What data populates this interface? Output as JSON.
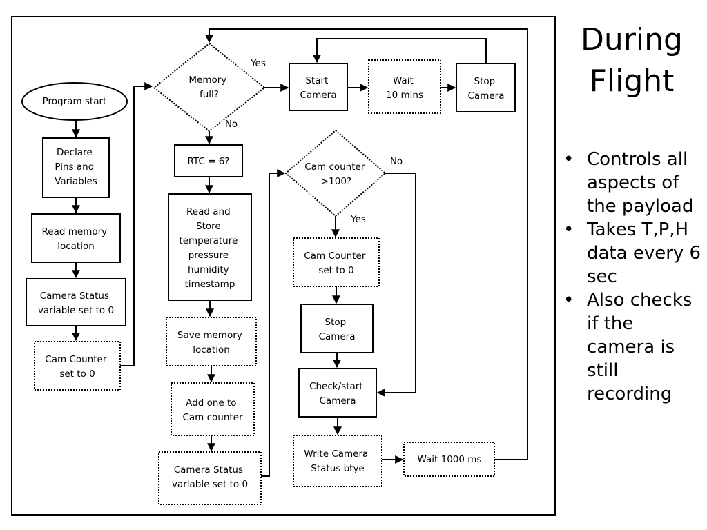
{
  "slide": {
    "title_line1": "During",
    "title_line2": "Flight",
    "bullets": [
      "Controls all aspects of the payload",
      "Takes T,P,H data every 6 sec",
      "Also checks if the camera is still recording"
    ]
  },
  "flowchart": {
    "nodes": {
      "program_start": [
        "Program start"
      ],
      "declare": [
        "Declare",
        "Pins and",
        "Variables"
      ],
      "read_memory": [
        "Read memory",
        "location"
      ],
      "camera_status_0_a": [
        "Camera Status",
        "variable set to 0"
      ],
      "cam_counter_0_a": [
        "Cam Counter",
        "set to 0"
      ],
      "memory_full": [
        "Memory",
        "full?"
      ],
      "start_camera": [
        "Start",
        "Camera"
      ],
      "wait_10": [
        "Wait",
        "10 mins"
      ],
      "stop_camera_a": [
        "Stop",
        "Camera"
      ],
      "rtc": [
        "RTC = 6?"
      ],
      "read_store": [
        "Read and",
        "Store",
        "temperature",
        "pressure",
        "humidity",
        "timestamp"
      ],
      "save_memory": [
        "Save memory",
        "location"
      ],
      "add_one": [
        "Add one to",
        "Cam counter"
      ],
      "camera_status_0_b": [
        "Camera Status",
        "variable set to 0"
      ],
      "cam_counter_check": [
        "Cam counter",
        ">100?"
      ],
      "cam_counter_0_b": [
        "Cam Counter",
        "set to 0"
      ],
      "stop_camera_b": [
        "Stop",
        "Camera"
      ],
      "check_start": [
        "Check/start",
        "Camera"
      ],
      "write_status": [
        "Write Camera",
        "Status btye"
      ],
      "wait_1000": [
        "Wait 1000 ms"
      ]
    },
    "edge_labels": {
      "memory_yes": "Yes",
      "memory_no": "No",
      "cam_no": "No",
      "cam_yes": "Yes"
    }
  }
}
